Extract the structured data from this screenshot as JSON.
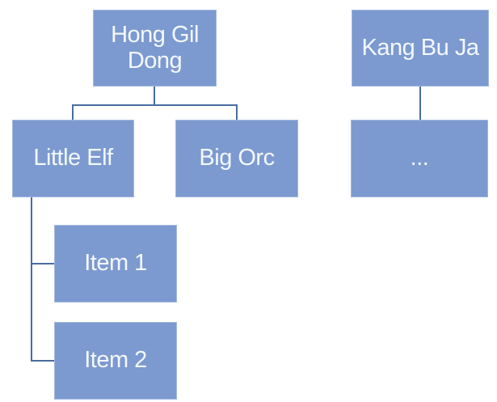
{
  "diagram": {
    "type": "org-chart",
    "colors": {
      "background": "#FFFFFF",
      "node_fill": "#7C9AD0",
      "node_border": "#A3B9DE",
      "node_text": "#F4F8FC",
      "connector": "#4A6C9F"
    },
    "nodes": [
      {
        "id": "hong-gil-dong",
        "label": "Hong Gil Dong"
      },
      {
        "id": "kang-bu-ja",
        "label": "Kang Bu Ja"
      },
      {
        "id": "little-elf",
        "label": "Little Elf"
      },
      {
        "id": "big-orc",
        "label": "Big Orc"
      },
      {
        "id": "ellipsis",
        "label": "..."
      },
      {
        "id": "item-1",
        "label": "Item 1"
      },
      {
        "id": "item-2",
        "label": "Item 2"
      }
    ],
    "edges": [
      {
        "from": "hong-gil-dong",
        "to": "little-elf"
      },
      {
        "from": "hong-gil-dong",
        "to": "big-orc"
      },
      {
        "from": "kang-bu-ja",
        "to": "ellipsis"
      },
      {
        "from": "little-elf",
        "to": "item-1"
      },
      {
        "from": "little-elf",
        "to": "item-2"
      }
    ]
  }
}
